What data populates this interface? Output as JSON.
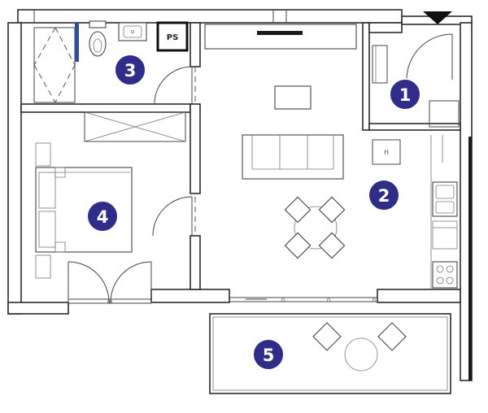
{
  "plan": {
    "room_labels": [
      "1",
      "2",
      "3",
      "4",
      "5"
    ],
    "shaft_tag": "PS",
    "cabinet_tag": "H",
    "colors": {
      "badge_fill": "#2f2c8a",
      "badge_stroke": "#ffffff",
      "wall": "#2b2b2b",
      "shower_bar": "#2b4f9c"
    }
  }
}
